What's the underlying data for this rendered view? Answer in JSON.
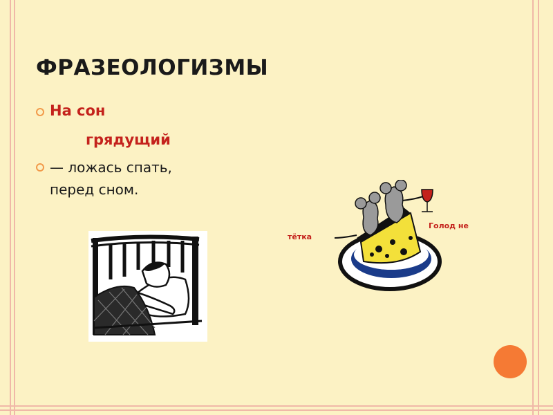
{
  "slide": {
    "title": "ФРАЗЕОЛОГИЗМЫ",
    "phrase_part1": "На сон",
    "phrase_part2": "грядущий",
    "meaning_line1": "— ложась спать,",
    "meaning_line2": "перед сном.",
    "label_tetka": "тётка",
    "label_golod": "Голод не"
  },
  "colors": {
    "background": "#fcf2c4",
    "accent_red": "#c4221c",
    "bullet_orange": "#f29a4a",
    "circle_orange": "#f57a34"
  },
  "icons": [
    "sleeping-child-illustration",
    "mice-on-cheese-illustration"
  ]
}
